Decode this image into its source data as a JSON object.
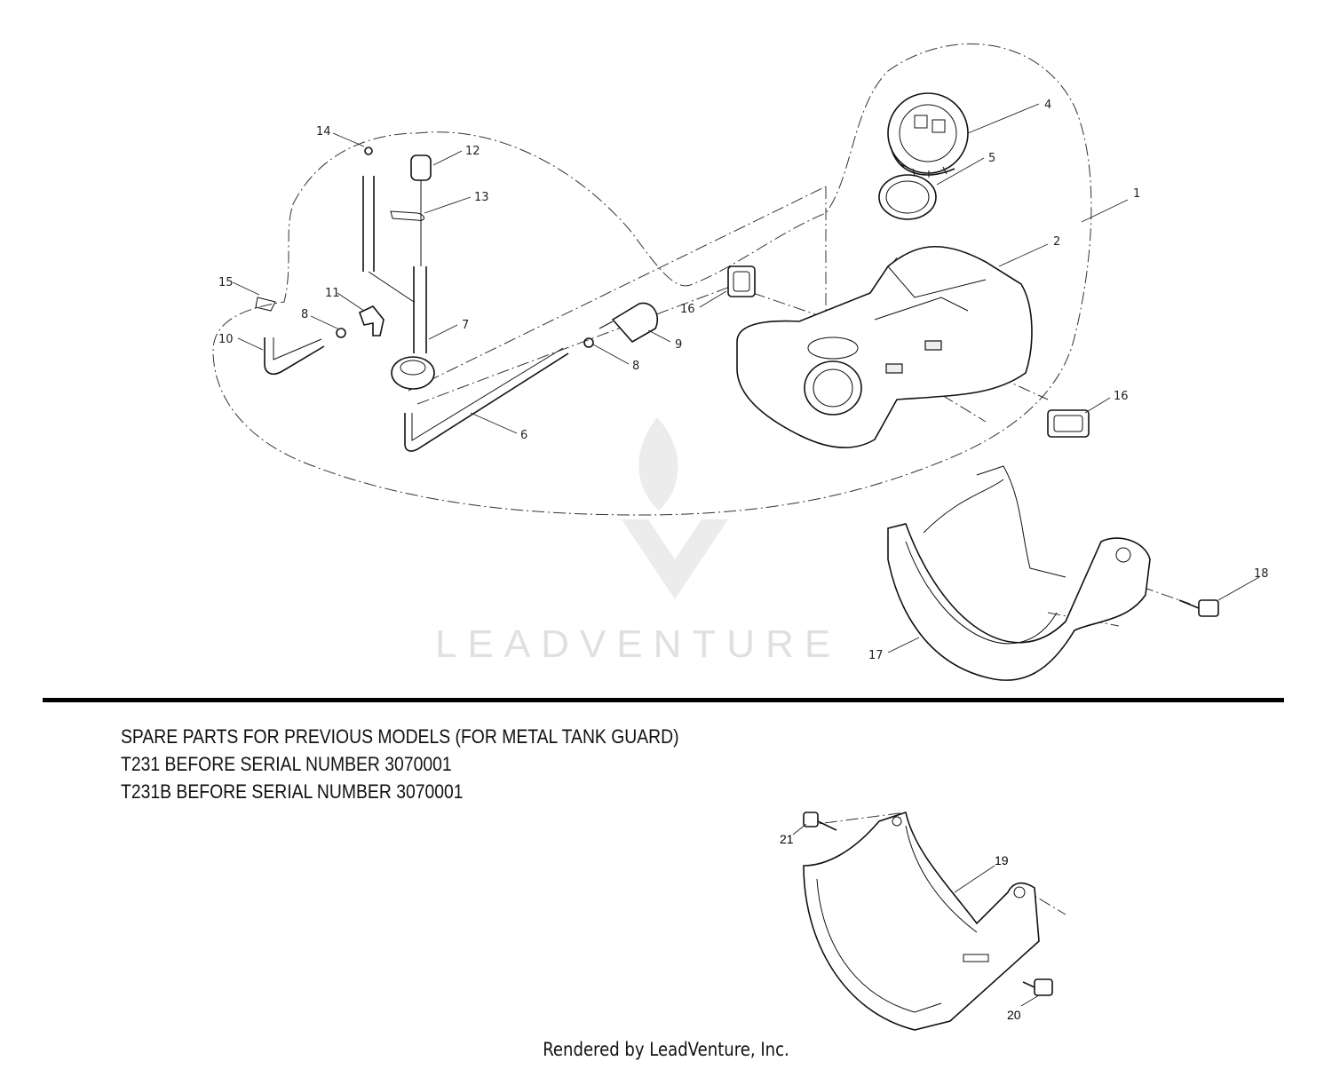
{
  "watermark": {
    "brand": "LEADVENTURE"
  },
  "callouts": {
    "c1": "1",
    "c2": "2",
    "c4": "4",
    "c5": "5",
    "c6": "6",
    "c7": "7",
    "c8a": "8",
    "c8b": "8",
    "c9": "9",
    "c10": "10",
    "c11": "11",
    "c12": "12",
    "c13": "13",
    "c14": "14",
    "c15": "15",
    "c16a": "16",
    "c16b": "16",
    "c17": "17",
    "c18": "18",
    "c19": "19",
    "c20": "20",
    "c21": "21"
  },
  "notes": {
    "line1": "SPARE PARTS FOR PREVIOUS MODELS (FOR METAL TANK GUARD)",
    "line2": "T231 BEFORE SERIAL NUMBER 3070001",
    "line3": "T231B BEFORE SERIAL NUMBER 3070001"
  },
  "footer": {
    "text": "Rendered by LeadVenture, Inc."
  },
  "colors": {
    "line": "#111111",
    "watermark": "#e0e0e0",
    "background": "#ffffff"
  }
}
